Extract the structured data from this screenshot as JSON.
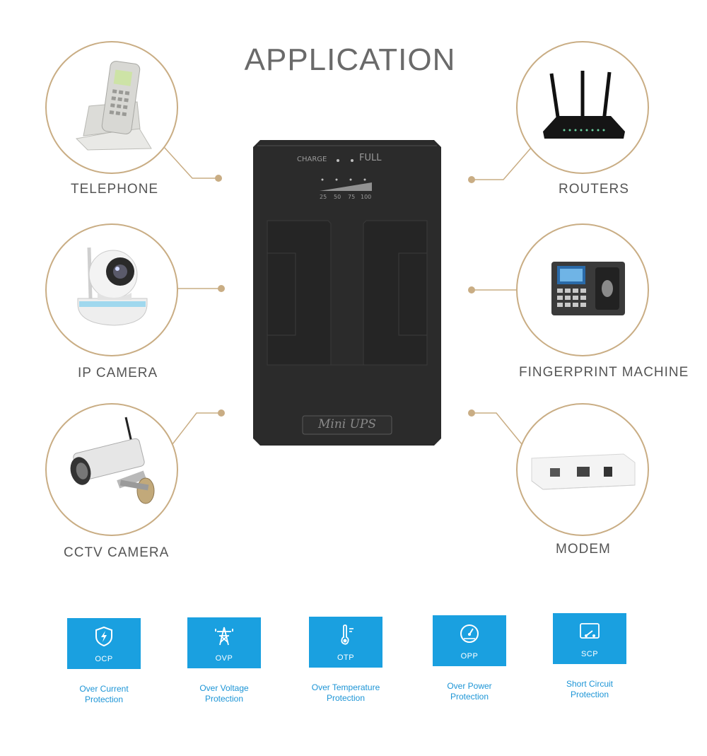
{
  "title": "APPLICATION",
  "applications": {
    "telephone": "TELEPHONE",
    "ip_camera": "IP CAMERA",
    "cctv_camera": "CCTV CAMERA",
    "routers": "ROUTERS",
    "fingerprint_machine": "FINGERPRINT MACHINE",
    "modem": "MODEM"
  },
  "device": {
    "charge_label": "CHARGE",
    "full_label": "FULL",
    "level_labels": [
      "25",
      "50",
      "75",
      "100"
    ],
    "brand_label": "Mini UPS"
  },
  "protections": [
    {
      "abbr": "OCP",
      "line1": "Over Current",
      "line2": "Protection",
      "icon": "shield-bolt-icon"
    },
    {
      "abbr": "OVP",
      "line1": "Over Voltage",
      "line2": "Protection",
      "icon": "power-tower-icon"
    },
    {
      "abbr": "OTP",
      "line1": "Over Temperature",
      "line2": "Protection",
      "icon": "thermometer-icon"
    },
    {
      "abbr": "OPP",
      "line1": "Over Power",
      "line2": "Protection",
      "icon": "gauge-icon"
    },
    {
      "abbr": "SCP",
      "line1": "Short Circuit",
      "line2": "Protection",
      "icon": "switch-icon"
    }
  ],
  "colors": {
    "accent_gold": "#c9ad84",
    "protection_blue": "#1aa0e0",
    "device_black": "#2b2b2b"
  }
}
